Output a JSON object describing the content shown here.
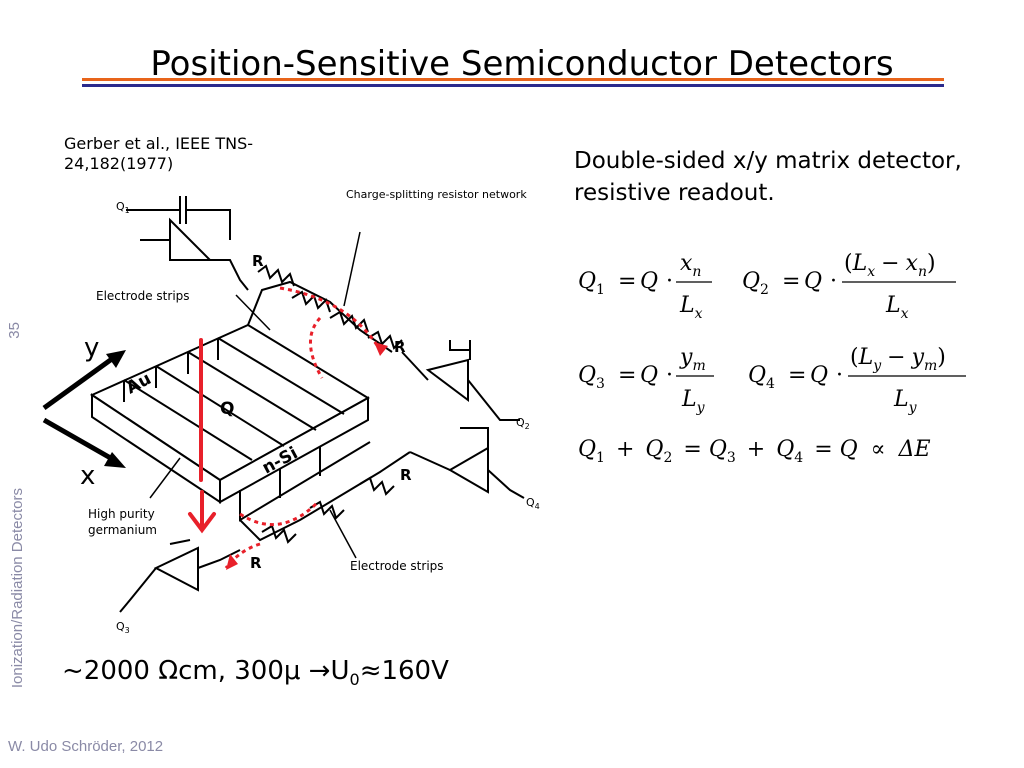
{
  "title": "Position-Sensitive Semiconductor Detectors",
  "citation": "Gerber et al., IEEE TNS-24,182(1977)",
  "description": "Double-sided x/y matrix detector, resistive readout.",
  "sidebar": {
    "slide_number": "35",
    "section": "Ionization/Radiation Detectors"
  },
  "figure": {
    "label_charge_splitting": "Charge-splitting resistor network",
    "label_electrode_strips_top": "Electrode strips",
    "label_electrode_strips_bottom": "Electrode strips",
    "label_hp_ge_line1": "High purity",
    "label_hp_ge_line2": "germanium",
    "au": "Au",
    "nsi": "n-Si",
    "q_center": "Q",
    "axis_y": "y",
    "axis_x": "x",
    "r1": "R",
    "r2": "R",
    "r3": "R",
    "r4": "R",
    "q1": "Q",
    "q1_sub": "1",
    "q2": "Q",
    "q2_sub": "2",
    "q3": "Q",
    "q3_sub": "3",
    "q4": "Q",
    "q4_sub": "4",
    "accent_color": "#e8202a"
  },
  "equations": {
    "q1": "Q",
    "q1_sub": "1",
    "eq": "=",
    "q": "Q",
    "dot": "·",
    "xn": "x",
    "xn_sub": "n",
    "lx": "L",
    "lx_sub": "x",
    "q2": "Q",
    "q2_sub": "2",
    "q3": "Q",
    "q3_sub": "3",
    "ym": "y",
    "ym_sub": "m",
    "ly": "L",
    "ly_sub": "y",
    "q4": "Q",
    "q4_sub": "4",
    "open_paren": "(",
    "close_paren": ")",
    "minus": "−",
    "sum_q1": "Q",
    "sum_q2": "Q",
    "sum_q3": "Q",
    "sum_q4": "Q",
    "plus": "+",
    "proportional": "∝",
    "delta_e": "ΔE"
  },
  "bottom_line": "~2000 Ωcm, 300μ → U0≈160V",
  "bottom_parts": {
    "a": "~2000 Ωcm, 300μ ",
    "arrow": "→",
    "u": "U",
    "u_sub": "0",
    "b": "≈160V"
  },
  "footer": "W. Udo Schröder, 2012"
}
